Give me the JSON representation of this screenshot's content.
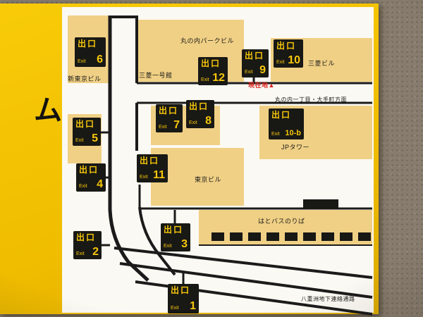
{
  "sign": {
    "side_text": "ム",
    "bg_color": "#f0bd00"
  },
  "map": {
    "exit_kanji": "出口",
    "exit_word": "Exit",
    "exits": [
      {
        "number": "6"
      },
      {
        "number": "12"
      },
      {
        "number": "9"
      },
      {
        "number": "10"
      },
      {
        "number": "5"
      },
      {
        "number": "7"
      },
      {
        "number": "8"
      },
      {
        "number": "10-b"
      },
      {
        "number": "4"
      },
      {
        "number": "11"
      },
      {
        "number": "3"
      },
      {
        "number": "2"
      },
      {
        "number": "1"
      }
    ],
    "labels": {
      "marunouchi_park_bldg": "丸の内パークビル",
      "mitsubishi_ichigokan": "三菱一号館",
      "shin_tokyo_bldg": "新東京ビル",
      "mitsubishi_bldg": "三菱ビル",
      "jp_tower": "JPタワー",
      "tokyo_bldg": "東京ビル",
      "hato_bus": "はとバスのりば",
      "yaesu_passage": "八重洲地下連絡通路",
      "direction": "丸の内一丁目・大手町方面",
      "you_are_here": "現在地",
      "marker": "▲"
    },
    "colors": {
      "building": "#f0d085",
      "exit_box_bg": "#181815",
      "exit_text": "#f6c60a",
      "you_are_here_red": "#d9251f",
      "road_line": "#1b1b1b"
    }
  }
}
